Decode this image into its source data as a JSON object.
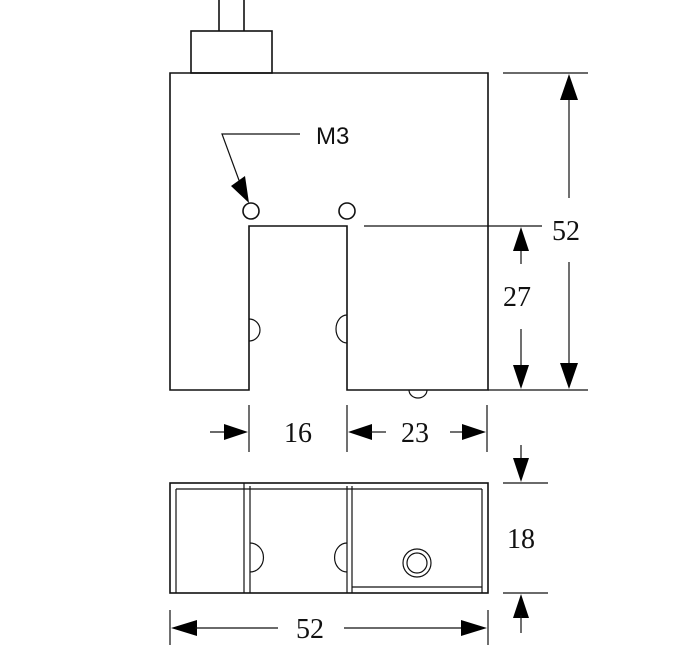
{
  "diagram": {
    "front_view": {
      "hole_label": "M3",
      "dim_total_height": "52",
      "dim_slot_depth": "27"
    },
    "horizontal_dims": {
      "slot_width": "16",
      "right_section_width": "23"
    },
    "bottom_view": {
      "dim_thickness": "18",
      "dim_total_width": "52"
    }
  }
}
